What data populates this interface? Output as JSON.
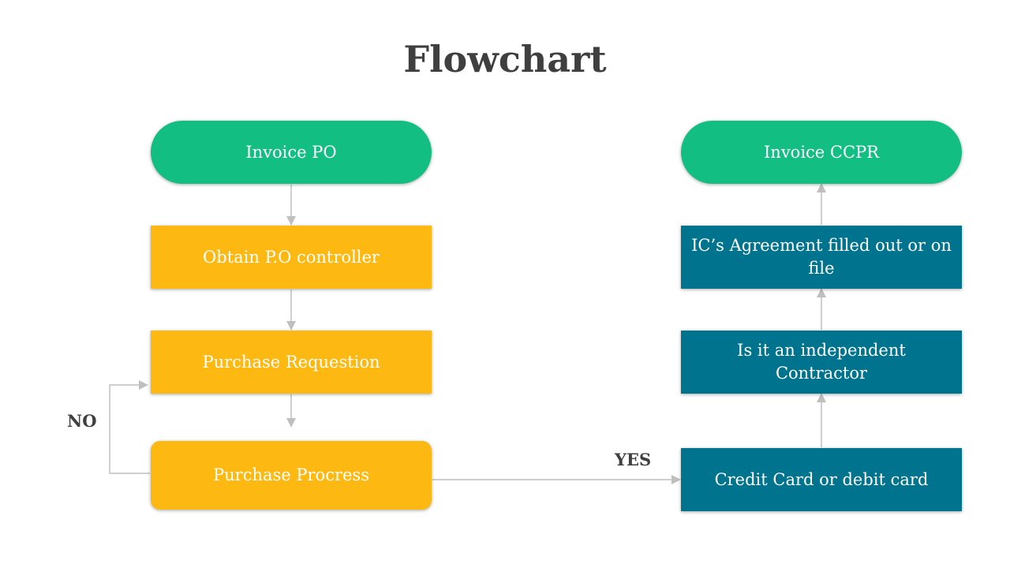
{
  "title": "Flowchart",
  "nodes": {
    "invoice_po": "Invoice PO",
    "obtain_po": "Obtain P.O controller",
    "purchase_req": "Purchase Requestion",
    "purchase_proc": "Purchase Procress",
    "invoice_ccpr": "Invoice CCPR",
    "ic_agreement": "IC’s Agreement filled out or on file",
    "independent": "Is it an independent Contractor",
    "credit_card": "Credit Card or debit card"
  },
  "labels": {
    "no": "NO",
    "yes": "YES"
  },
  "colors": {
    "start_end": "#13be82",
    "process": "#fdb812",
    "alt_process": "#00748e",
    "connector": "#bfbfbf",
    "title": "#3f3f3f"
  }
}
